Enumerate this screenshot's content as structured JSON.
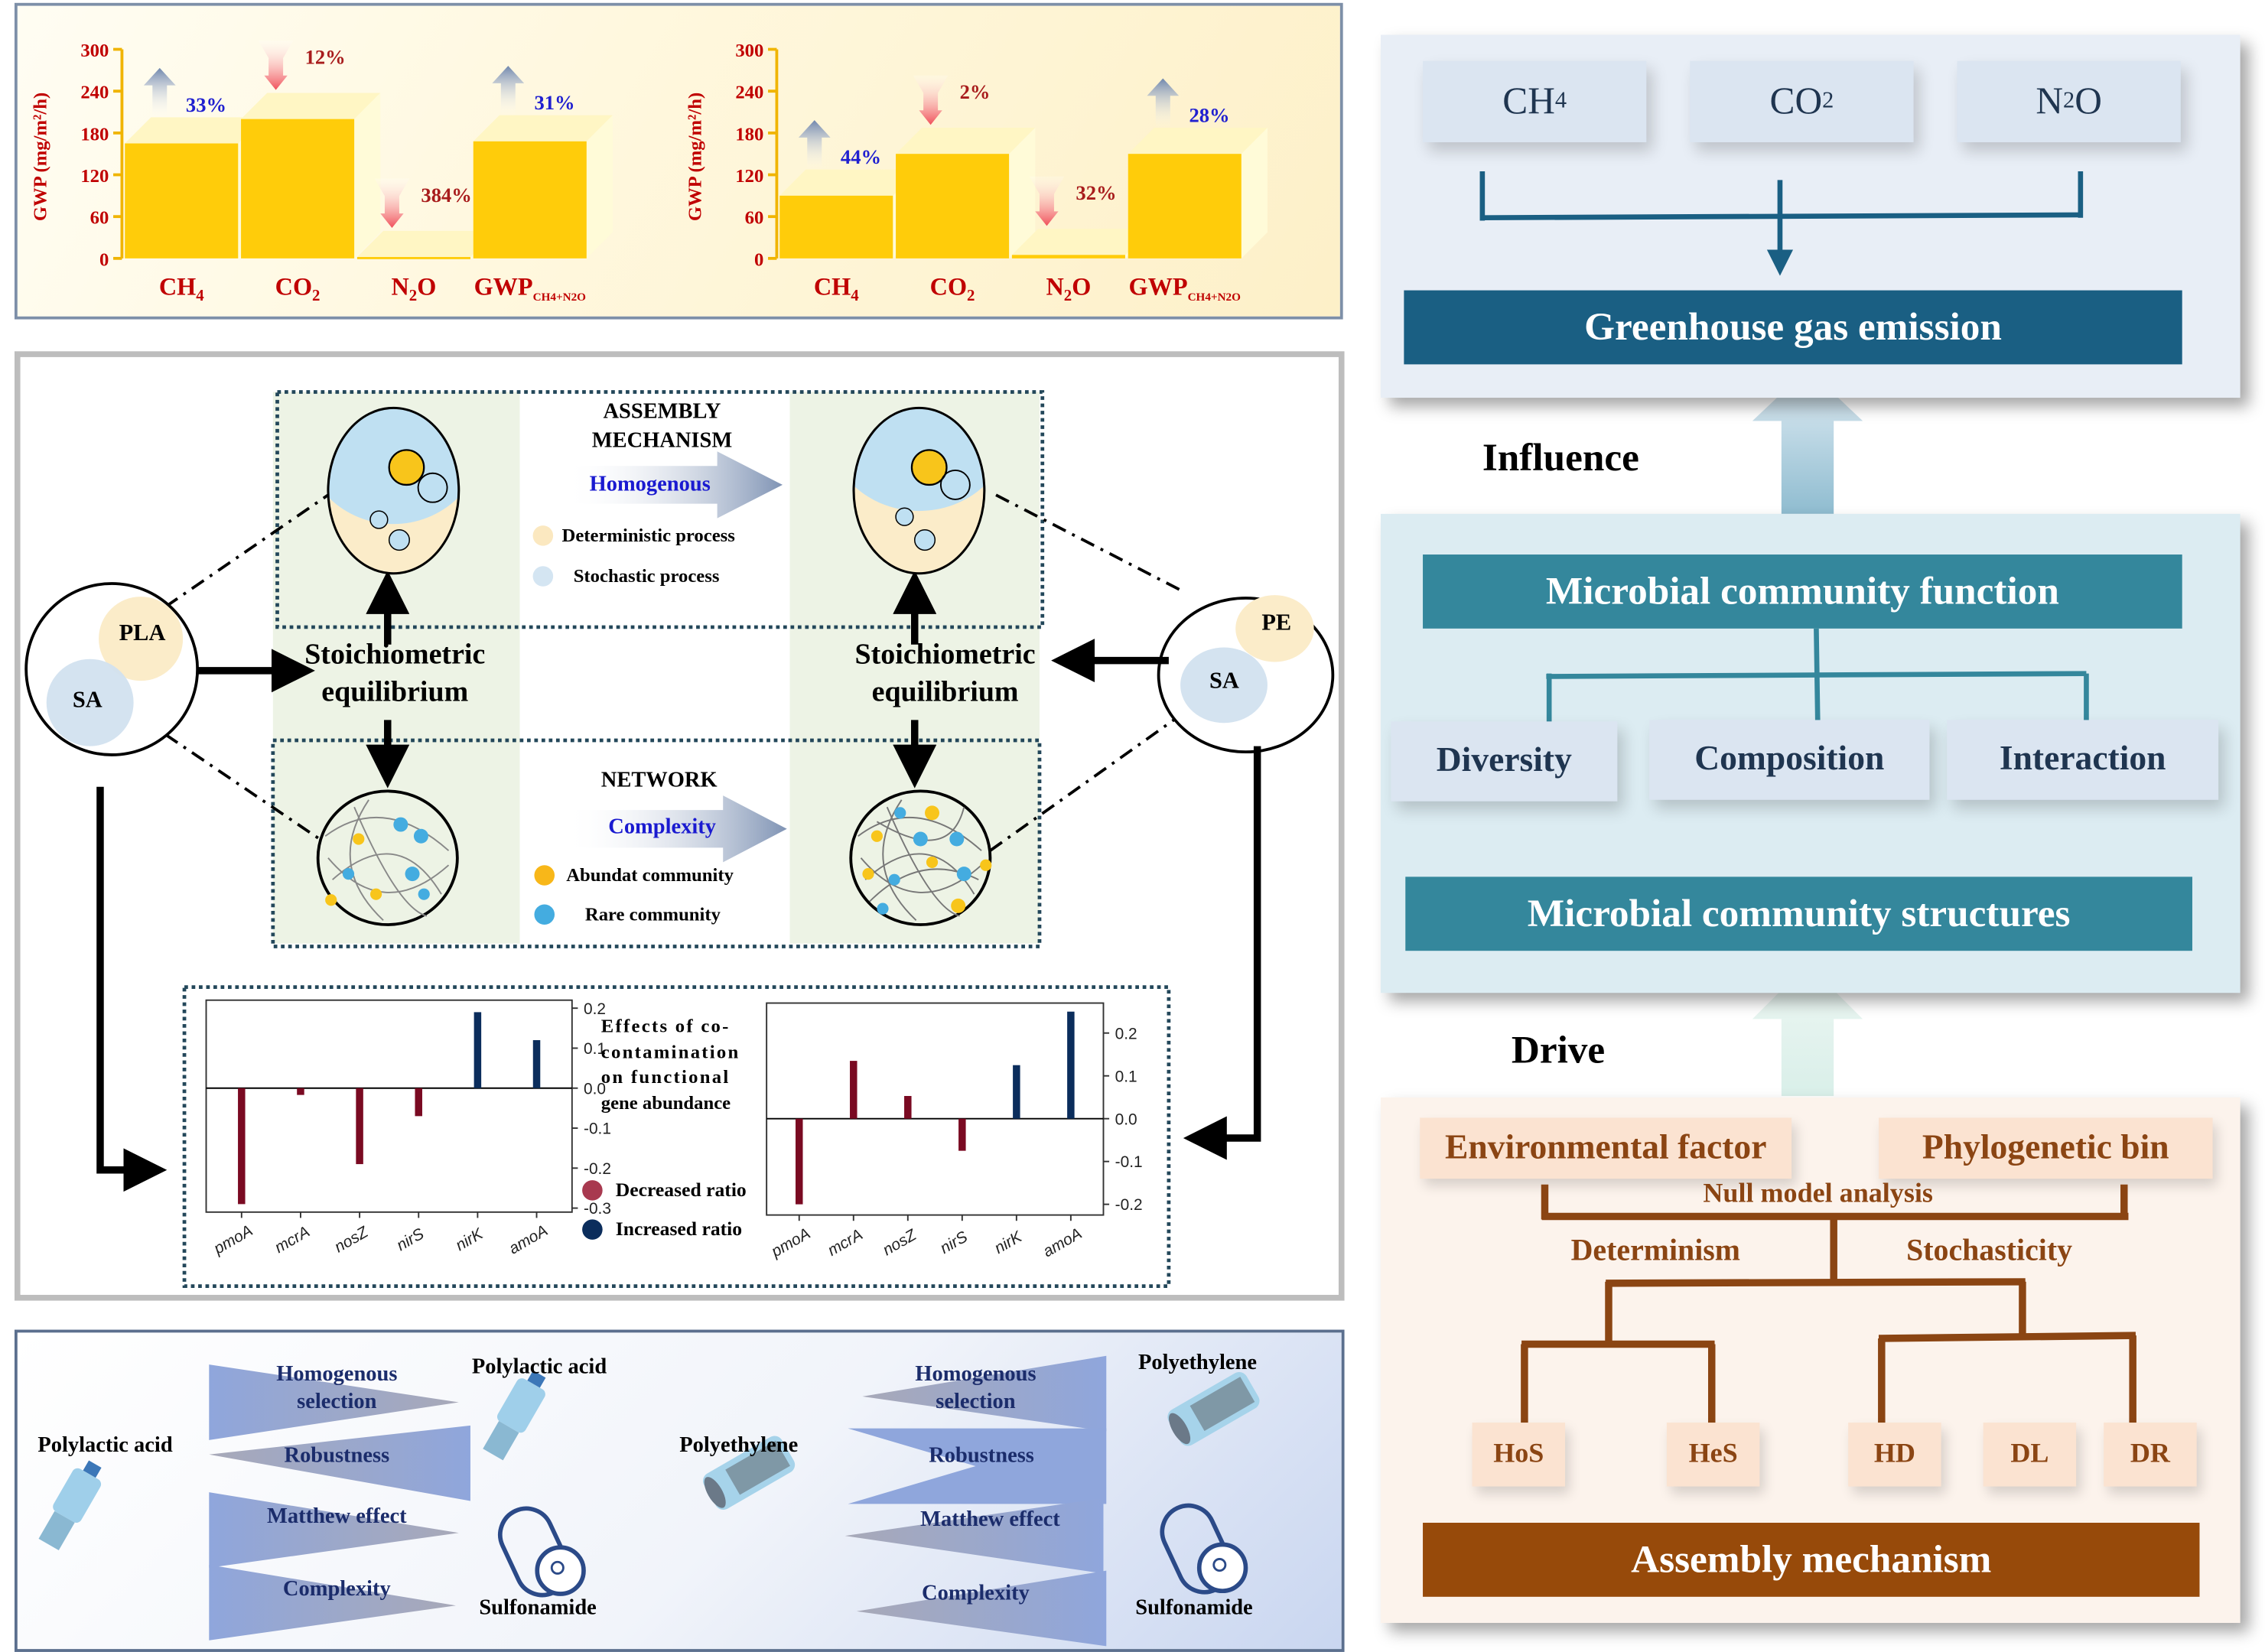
{
  "top_charts": {
    "y_axis_label": "GWP (mg/m²/h)",
    "y_ticks": [
      0,
      60,
      120,
      180,
      240,
      300
    ],
    "categories": [
      "CH4",
      "CO2",
      "N2O",
      "GWP"
    ],
    "category_labels": [
      {
        "main": "CH",
        "sub": "4",
        "tail": ""
      },
      {
        "main": "CO",
        "sub": "2",
        "tail": ""
      },
      {
        "main": "N",
        "sub": "2",
        "tail": "O"
      },
      {
        "main": "GWP",
        "sub": "CH4+N2O",
        "tail": ""
      }
    ]
  },
  "chart_data": [
    {
      "type": "bar",
      "title": "GWP by gas (PLA + SA)",
      "ylabel": "GWP (mg/m²/h)",
      "categories": [
        "CH4",
        "CO2",
        "N2O",
        "GWP CH4+N2O"
      ],
      "values": [
        165,
        200,
        2,
        168
      ],
      "ylim": [
        0,
        300
      ],
      "annotations": [
        {
          "category": "CH4",
          "direction": "up",
          "label": "33%"
        },
        {
          "category": "CO2",
          "direction": "down",
          "label": "12%"
        },
        {
          "category": "N2O",
          "direction": "down",
          "label": "384%"
        },
        {
          "category": "GWP CH4+N2O",
          "direction": "up",
          "label": "31%"
        }
      ]
    },
    {
      "type": "bar",
      "title": "GWP by gas (PE + SA)",
      "ylabel": "GWP (mg/m²/h)",
      "categories": [
        "CH4",
        "CO2",
        "N2O",
        "GWP CH4+N2O"
      ],
      "values": [
        90,
        150,
        5,
        150
      ],
      "ylim": [
        0,
        300
      ],
      "annotations": [
        {
          "category": "CH4",
          "direction": "up",
          "label": "44%"
        },
        {
          "category": "CO2",
          "direction": "down",
          "label": "2%"
        },
        {
          "category": "N2O",
          "direction": "down",
          "label": "32%"
        },
        {
          "category": "GWP CH4+N2O",
          "direction": "up",
          "label": "28%"
        }
      ]
    },
    {
      "type": "bar",
      "title": "Effects of co-contamination on functional gene abundance (PLA)",
      "categories": [
        "pmoA",
        "mcrA",
        "nosZ",
        "nirS",
        "nirK",
        "amoA"
      ],
      "values": [
        -0.29,
        -0.017,
        -0.19,
        -0.07,
        0.19,
        0.12
      ],
      "colors": [
        "decreased",
        "decreased",
        "decreased",
        "decreased",
        "increased",
        "increased"
      ],
      "ylim": [
        -0.31,
        0.22
      ],
      "yticks": [
        -0.3,
        -0.2,
        -0.1,
        0.0,
        0.1,
        0.2
      ]
    },
    {
      "type": "bar",
      "title": "Effects of co-contamination on functional gene abundance (PE)",
      "categories": [
        "pmoA",
        "mcrA",
        "nosZ",
        "nirS",
        "nirK",
        "amoA"
      ],
      "values": [
        -0.2,
        0.135,
        0.053,
        -0.075,
        0.125,
        0.25
      ],
      "colors": [
        "decreased",
        "decreased",
        "decreased",
        "decreased",
        "increased",
        "increased"
      ],
      "ylim": [
        -0.225,
        0.27
      ],
      "yticks": [
        -0.2,
        -0.1,
        0.0,
        0.1,
        0.2
      ]
    }
  ],
  "colors": {
    "bar_yellow": "#ffcc0a",
    "axis_red": "#c00000",
    "increase_blue": "#2020d0",
    "decrease_red": "#a81c1c",
    "decreased_ratio": "#7a0a22",
    "increased_ratio": "#0b2d5c",
    "teal_dark": "#1a5f83",
    "teal": "#34879c",
    "brown": "#8b4513",
    "brown_bar": "#974a0a"
  },
  "middle": {
    "left_circle": {
      "a": "PLA",
      "b": "SA"
    },
    "right_circle": {
      "a": "PE",
      "b": "SA"
    },
    "stoich_line1": "Stoichiometric",
    "stoich_line2": "equilibrium",
    "assembly_title_1": "ASSEMBLY",
    "assembly_title_2": "MECHANISM",
    "assembly_arrow_label": "Homogenous",
    "assembly_legend": [
      "Deterministic process",
      "Stochastic process"
    ],
    "network_title": "NETWORK",
    "network_arrow_label": "Complexity",
    "network_legend": [
      "Abundat community",
      "Rare community"
    ],
    "gene_title": [
      "Effects of co-",
      "contamination",
      "on functional",
      "gene abundance"
    ],
    "gene_legend": [
      "Decreased ratio",
      "Increased ratio"
    ],
    "gene_ticks_left": [
      "0.2",
      "0.1",
      "0.0",
      "-0.1",
      "-0.2",
      "-0.3"
    ],
    "gene_ticks_right": [
      "0.2",
      "0.1",
      "0.0",
      "-0.1",
      "-0.2"
    ],
    "genes": [
      "pmoA",
      "mcrA",
      "nosZ",
      "nirS",
      "nirK",
      "amoA"
    ]
  },
  "bottom": {
    "left_source": "Polylactic acid",
    "left_target_top": "Polylactic acid",
    "left_target_bottom": "Sulfonamide",
    "right_source": "Polyethylene",
    "right_target_top": "Polyethylene",
    "right_target_bottom": "Sulfonamide",
    "left_labels": [
      [
        "Homogenous",
        "selection"
      ],
      [
        "Robustness"
      ],
      [
        "Matthew effect"
      ],
      [
        "Complexity"
      ]
    ],
    "right_labels": [
      [
        "Homogenous",
        "selection"
      ],
      [
        "Robustness"
      ],
      [
        "Matthew effect"
      ],
      [
        "Complexity"
      ]
    ]
  },
  "right": {
    "gases": [
      {
        "main": "CH",
        "sub": "4",
        "tail": ""
      },
      {
        "main": "CO",
        "sub": "2",
        "tail": ""
      },
      {
        "main": "N",
        "sub": "2",
        "tail": "O"
      }
    ],
    "ghg": "Greenhouse gas emission",
    "influence": "Influence",
    "function": "Microbial community function",
    "aspects": [
      "Diversity",
      "Composition",
      "Interaction"
    ],
    "structures": "Microbial community structures",
    "drive": "Drive",
    "env_factor": "Environmental factor",
    "phylo_bin": "Phylogenetic bin",
    "null_model": "Null model analysis",
    "determinism": "Determinism",
    "stochasticity": "Stochasticity",
    "processes": [
      "HoS",
      "HeS",
      "HD",
      "DL",
      "DR"
    ],
    "assembly": "Assembly mechanism"
  }
}
